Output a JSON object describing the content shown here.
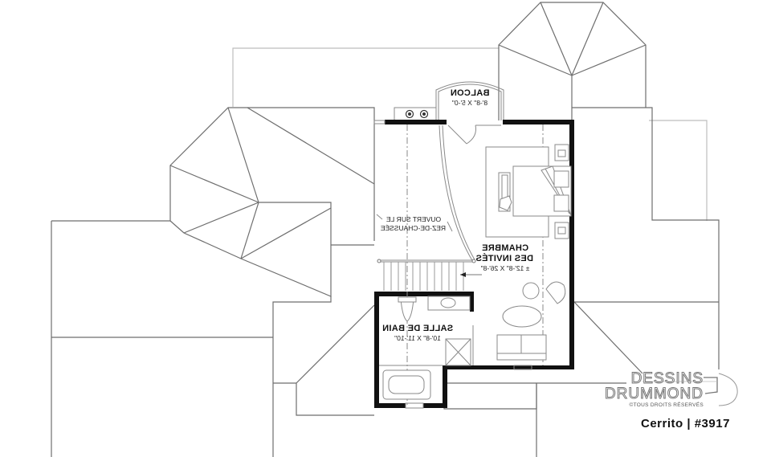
{
  "plan": {
    "rooms": [
      {
        "id": "balcon",
        "name": "BALCON",
        "dimensions": "8'-8\" X 5'-0\""
      },
      {
        "id": "chambre",
        "name_line1": "CHAMBRE",
        "name_line2": "DES INVITÉS",
        "dimensions": "± 12'-8\" X 26'-8\""
      },
      {
        "id": "salle-de-bain",
        "name": "SALLE DE BAIN",
        "dimensions": "10'-8\" X 11'-10\""
      }
    ],
    "open_area_note": {
      "line1": "OUVERT SUR LE",
      "line2": "REZ-DE-CHAUSSÉE"
    },
    "text_mirrored": true
  },
  "branding": {
    "line1": "DESSINS",
    "line2": "DRUMMOND",
    "copyright": "©TOUS DROITS RÉSERVÉS"
  },
  "caption": "Cerrito | #3917",
  "colors": {
    "wall": "#111111",
    "roof_line": "#6e6e6e",
    "light_line": "#bdbdbd",
    "background": "#ffffff"
  }
}
